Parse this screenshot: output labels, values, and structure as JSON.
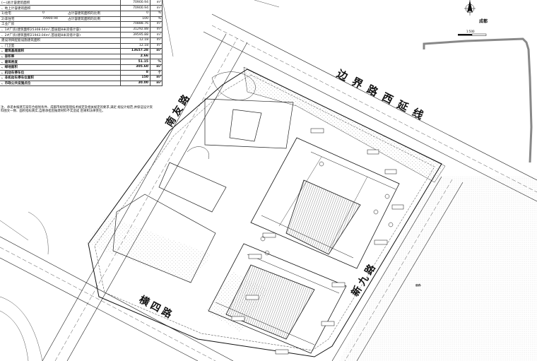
{
  "table": {
    "rows": [
      {
        "label": "(一)总计容建筑面积",
        "value": "70900.94",
        "unit": "m²",
        "bold": false
      },
      {
        "label": "、地上计容建筑面积",
        "value": "70900.94",
        "unit": "m²",
        "bold": false
      },
      {
        "label": "1)住宅",
        "value": "0",
        "unit": "%",
        "bold": false,
        "mid_label": "占计容建筑面积的比例",
        "mid_value": "0"
      },
      {
        "label": "2)非住宅",
        "value": "70900.94",
        "unit": "%",
        "bold": false,
        "mid_label": "占计容建筑面积的比例",
        "mid_value": "100"
      },
      {
        "label": "工业厂房",
        "value": "70888.76",
        "unit": "m²",
        "bold": false
      },
      {
        "label": "、1#厂房(建筑面积25308.64m²,首层超8米双倍计容)",
        "value": "31292.88",
        "unit": "m²",
        "bold": false
      },
      {
        "label": "、2#厂房(建筑面积21943.04m²,首层超8米双倍计容)",
        "value": "39595.88",
        "unit": "m²",
        "bold": false
      },
      {
        "label": "建设项目配套设施建筑面积",
        "value": "12.18",
        "unit": "m²",
        "bold": false
      },
      {
        "label": "、门卫室",
        "value": "12.18",
        "unit": "m²",
        "bold": false
      },
      {
        "label": "、建筑基底面积",
        "value": "13657.28",
        "unit": "m²",
        "bold": true
      },
      {
        "label": "、容积率",
        "value": "2.66",
        "unit": "",
        "bold": true
      },
      {
        "label": "、建筑密度",
        "value": "51.15",
        "unit": "%",
        "bold": true
      },
      {
        "label": "、绿地面积",
        "value": "305.60",
        "unit": "m²",
        "bold": true
      },
      {
        "label": "、机动车停车位",
        "value": "8",
        "unit": "个",
        "bold": true
      },
      {
        "label": "、非机动车停车位面积",
        "value": "150",
        "unit": "m²",
        "bold": true
      },
      {
        "label": "、市政公共设施点位",
        "value": "30.00",
        "unit": "m²",
        "bold": true
      }
    ]
  },
  "note": "注、承诺本报建方案符合规划条件、成都市规划管理技术规定及相关规定的要求,满足 规设计规范,并保证设计资料图文一致、面积指标真实,自愿承担因报建材料不实造成 后果和法律责任。",
  "roads": [
    {
      "name": "边界路西延线"
    },
    {
      "name": "南友路"
    },
    {
      "name": "横四路"
    },
    {
      "name": "新九路"
    }
  ],
  "compass_label": "成都",
  "scale_label": "1:500",
  "notes_title": "说明:",
  "colors": {
    "line": "#111111",
    "hatch": "#555555",
    "bg": "#ffffff",
    "road": "#222222"
  }
}
